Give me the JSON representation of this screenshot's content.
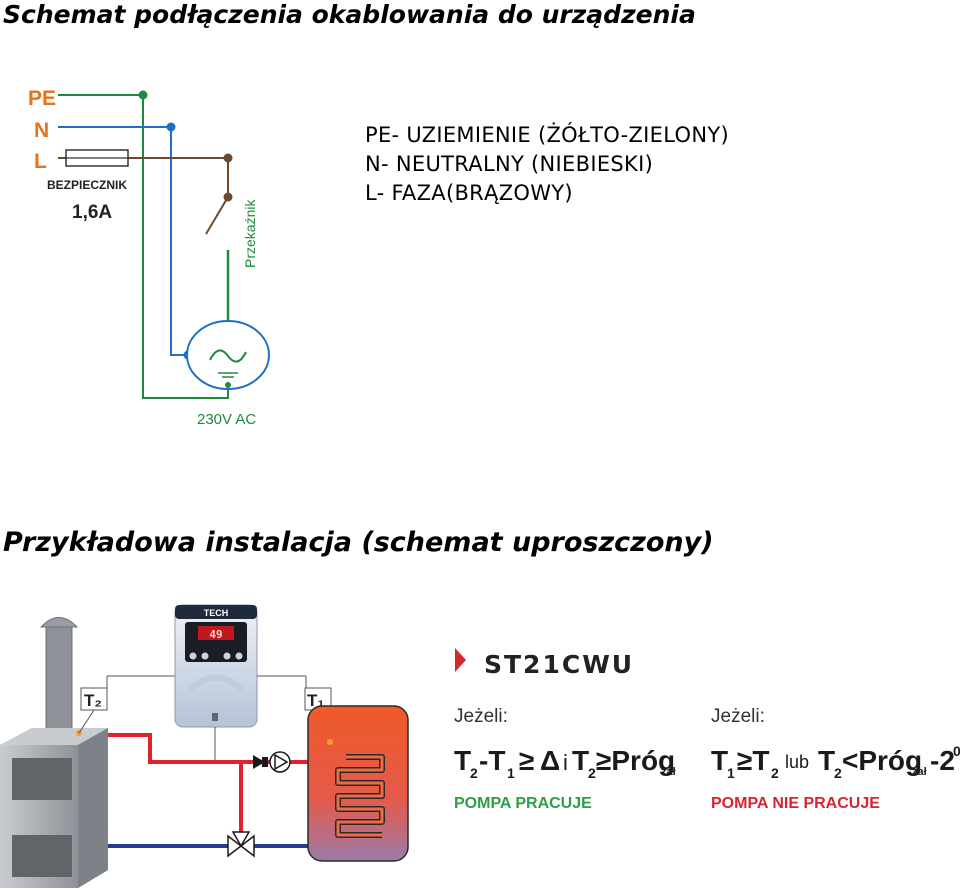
{
  "titles": {
    "wiring": "Schemat podłączenia okablowania do urządzenia",
    "installation": "Przykładowa instalacja (schemat uproszczony)"
  },
  "legend": {
    "pe": "PE- UZIEMIENIE (ŻÓŁTO-ZIELONY)",
    "n": "N- NEUTRALNY (NIEBIESKI)",
    "l": "L- FAZA(BRĄZOWY)"
  },
  "wiring": {
    "label_pe": "PE",
    "label_n": "N",
    "label_l": "L",
    "fuse_label": "BEZPIECZNIK",
    "fuse_value": "1,6A",
    "relay_label": "Przekaźnik",
    "supply_label": "230V AC",
    "colors": {
      "pe": "#1e8a3c",
      "n": "#1f6fc4",
      "l": "#6b4a2e",
      "label": "#e8721c"
    }
  },
  "installation": {
    "controller_brand": "TECH",
    "display_value": "49",
    "sensor_t2": "T₂",
    "sensor_t1": "T₁",
    "model": "ST21CWU",
    "cond1": {
      "heading": "Jeżeli:",
      "status": "POMPA PRACUJE",
      "status_color": "#2e9e44"
    },
    "cond2": {
      "heading": "Jeżeli:",
      "lub": "lub",
      "status": "POMPA NIE PRACUJE",
      "status_color": "#d9242e"
    }
  }
}
